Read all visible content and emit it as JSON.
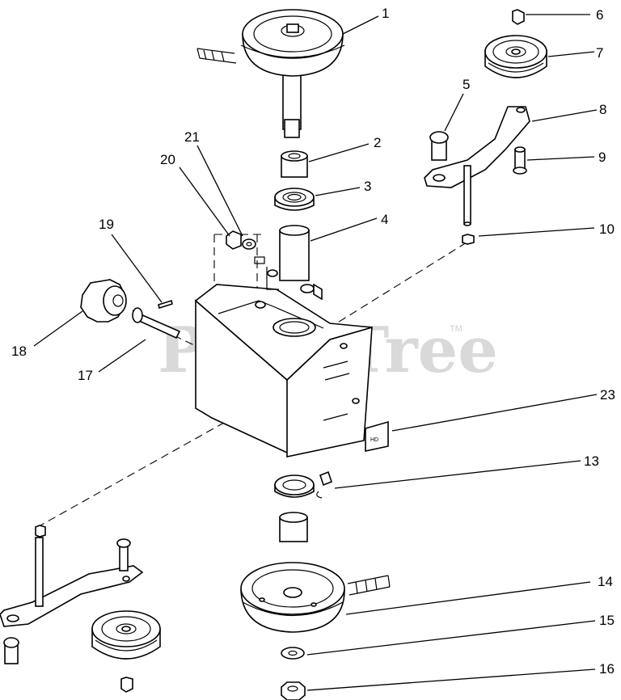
{
  "watermark": {
    "text": "PartsTree",
    "tm": "TM"
  },
  "badge_text": "HD",
  "callouts": [
    {
      "id": "c1",
      "label": "1"
    },
    {
      "id": "c2",
      "label": "2"
    },
    {
      "id": "c3",
      "label": "3"
    },
    {
      "id": "c4",
      "label": "4"
    },
    {
      "id": "c5",
      "label": "5"
    },
    {
      "id": "c6",
      "label": "6"
    },
    {
      "id": "c7",
      "label": "7"
    },
    {
      "id": "c8",
      "label": "8"
    },
    {
      "id": "c9",
      "label": "9"
    },
    {
      "id": "c10",
      "label": "10"
    },
    {
      "id": "c13",
      "label": "13"
    },
    {
      "id": "c14",
      "label": "14"
    },
    {
      "id": "c15",
      "label": "15"
    },
    {
      "id": "c16",
      "label": "16"
    },
    {
      "id": "c17",
      "label": "17"
    },
    {
      "id": "c18",
      "label": "18"
    },
    {
      "id": "c19",
      "label": "19"
    },
    {
      "id": "c20",
      "label": "20"
    },
    {
      "id": "c21",
      "label": "21"
    },
    {
      "id": "c23",
      "label": "23"
    }
  ]
}
